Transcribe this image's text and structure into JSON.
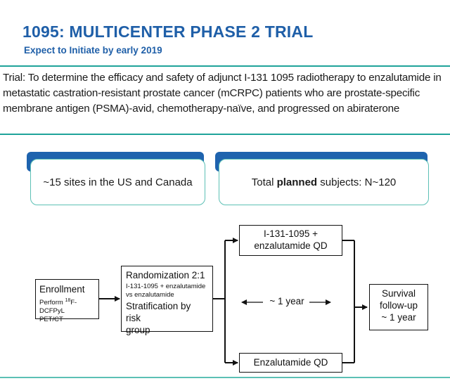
{
  "header": {
    "title": "1095: MULTICENTER PHASE 2 TRIAL",
    "subtitle": "Expect to Initiate by early 2019"
  },
  "trial_description": "Trial: To determine the efficacy and safety of adjunct I-131 1095 radiotherapy to enzalutamide in metastatic castration-resistant prostate cancer (mCRPC) patients who are prostate-specific membrane antigen (PSMA)-avid, chemotherapy-naïve, and progressed on abiraterone",
  "cards": {
    "sites": "~15 sites in the US and Canada",
    "subjects_prefix": "Total ",
    "subjects_bold": "planned",
    "subjects_suffix": " subjects: N~120"
  },
  "flow": {
    "enrollment": {
      "title": "Enrollment",
      "detail_prefix": "Perform ",
      "detail_sup": "18",
      "detail_suffix": "F-DCFPyL",
      "detail_line2": "PET/CT"
    },
    "randomization": {
      "title": "Randomization 2:1",
      "detail_line1": "I-131-1095 + enzalutamide",
      "detail_line2": "vs enzalutamide",
      "strat_line1": "Stratification by risk",
      "strat_line2": "group"
    },
    "arm_a_line1": "I-131-1095 +",
    "arm_a_line2": "enzalutamide QD",
    "arm_b": "Enzalutamide QD",
    "duration": "~ 1 year",
    "followup_line1": "Survival",
    "followup_line2": "follow-up",
    "followup_line3": "~ 1 year"
  },
  "colors": {
    "title_blue": "#1f5fa8",
    "rule_teal": "#1fa39a",
    "tab_blue": "#1e63ae",
    "card_border": "#5cc0b5"
  }
}
